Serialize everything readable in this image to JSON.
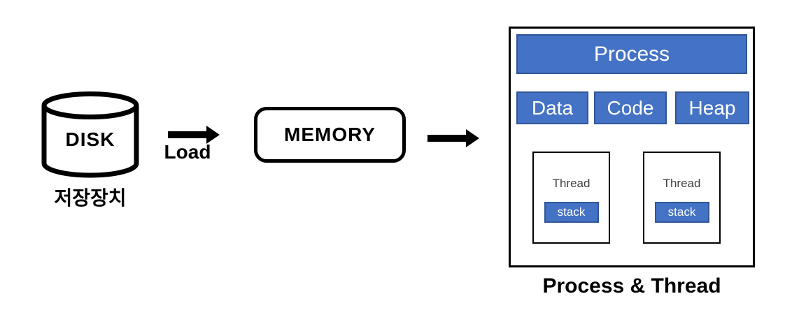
{
  "disk": {
    "label": "DISK",
    "caption": "저장장치"
  },
  "load_arrow": {
    "label": "Load"
  },
  "memory": {
    "label": "MEMORY"
  },
  "process": {
    "header": "Process",
    "segments": [
      "Data",
      "Code",
      "Heap"
    ],
    "threads": [
      {
        "label": "Thread",
        "stack_label": "stack"
      },
      {
        "label": "Thread",
        "stack_label": "stack"
      }
    ],
    "caption": "Process & Thread"
  },
  "colors": {
    "accent_fill": "#4472C4",
    "accent_border": "#2F5597",
    "outline": "#000000",
    "thread_text": "#404040"
  }
}
